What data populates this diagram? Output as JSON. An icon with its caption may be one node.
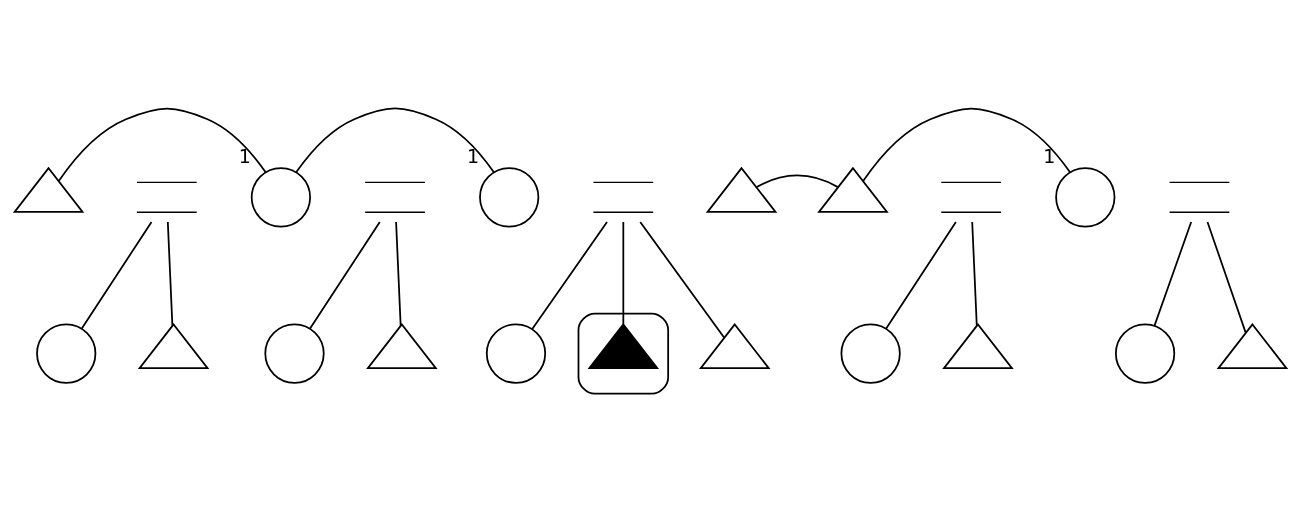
{
  "diagram": {
    "nodes": [
      {
        "text": [],
        "shape": "triangle"
      },
      {
        "text": [],
        "shape": "equals"
      },
      {
        "text": [],
        "shape": "circle",
        "beside": [
          "1"
        ]
      },
      {
        "text": [],
        "shape": "equals"
      },
      {
        "text": [],
        "shape": "circle",
        "beside": [
          "1"
        ]
      },
      {
        "text": [],
        "shape": "equals"
      },
      {
        "text": [],
        "shape": "triangle"
      },
      {
        "text": [],
        "shape": "triangle"
      },
      {
        "text": [],
        "shape": "equals"
      },
      {
        "text": [],
        "shape": "circle",
        "beside": [
          "1"
        ]
      },
      {
        "text": [],
        "shape": "equals"
      },
      {
        "text": [],
        "shape": "circle"
      },
      {
        "text": [],
        "shape": "triangle"
      },
      {
        "text": [],
        "shape": "circle"
      },
      {
        "text": [],
        "shape": "triangle"
      },
      {
        "text": [],
        "shape": "circle"
      },
      {
        "text": [],
        "shape": "ellipse"
      },
      {
        "text": [],
        "shape": "triangle",
        "in": 16
      },
      {
        "text": [],
        "shape": "triangle"
      },
      {
        "text": [],
        "shape": "circle"
      },
      {
        "text": [],
        "shape": "triangle"
      },
      {
        "text": [],
        "shape": "circle"
      },
      {
        "text": [],
        "shape": "triangle"
      }
    ],
    "edges": [
      {
        "from": 0,
        "to": 2,
        "arrow": "none"
      },
      {
        "from": 2,
        "to": 4,
        "arrow": "none"
      },
      {
        "from": 6,
        "to": 7,
        "arrow": "none"
      },
      {
        "from": 7,
        "to": 9,
        "arrow": "none"
      },
      {
        "from": 1,
        "to": 11,
        "arrow": "none"
      },
      {
        "from": 1,
        "to": 12,
        "arrow": "none"
      },
      {
        "from": 3,
        "to": 13,
        "arrow": "none"
      },
      {
        "from": 3,
        "to": 14,
        "arrow": "none"
      },
      {
        "from": 5,
        "to": 15,
        "arrow": "none"
      },
      {
        "from": 5,
        "to": 17,
        "arrow": "none"
      },
      {
        "from": 5,
        "to": 18,
        "arrow": "none"
      },
      {
        "from": 8,
        "to": 19,
        "arrow": "none"
      },
      {
        "from": 8,
        "to": 20,
        "arrow": "none"
      },
      {
        "from": 10,
        "to": 21,
        "arrow": "none"
      },
      {
        "from": 10,
        "to": 22,
        "arrow": "none"
      }
    ]
  }
}
